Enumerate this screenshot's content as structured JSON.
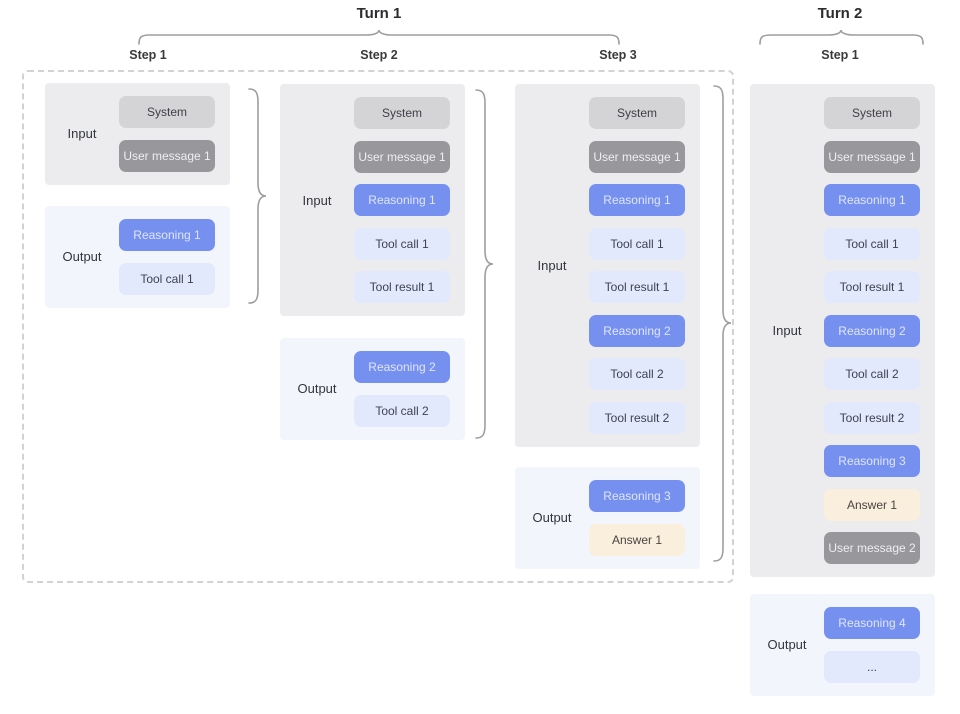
{
  "turn1": {
    "title": "Turn 1",
    "steps": [
      {
        "label": "Step 1",
        "input_label": "Input",
        "output_label": "Output",
        "input_boxes": [
          {
            "type": "system",
            "label": "System"
          },
          {
            "type": "user",
            "label": "User message 1"
          }
        ],
        "output_boxes": [
          {
            "type": "reasoning",
            "label": "Reasoning 1"
          },
          {
            "type": "tool",
            "label": "Tool call 1"
          }
        ]
      },
      {
        "label": "Step 2",
        "input_label": "Input",
        "output_label": "Output",
        "input_boxes": [
          {
            "type": "system",
            "label": "System"
          },
          {
            "type": "user",
            "label": "User message 1"
          },
          {
            "type": "reasoning",
            "label": "Reasoning 1"
          },
          {
            "type": "tool",
            "label": "Tool call 1"
          },
          {
            "type": "tool",
            "label": "Tool result 1"
          }
        ],
        "output_boxes": [
          {
            "type": "reasoning",
            "label": "Reasoning 2"
          },
          {
            "type": "tool",
            "label": "Tool call 2"
          }
        ]
      },
      {
        "label": "Step 3",
        "input_label": "Input",
        "output_label": "Output",
        "input_boxes": [
          {
            "type": "system",
            "label": "System"
          },
          {
            "type": "user",
            "label": "User message 1"
          },
          {
            "type": "reasoning",
            "label": "Reasoning 1"
          },
          {
            "type": "tool",
            "label": "Tool call 1"
          },
          {
            "type": "tool",
            "label": "Tool result 1"
          },
          {
            "type": "reasoning",
            "label": "Reasoning 2"
          },
          {
            "type": "tool",
            "label": "Tool call 2"
          },
          {
            "type": "tool",
            "label": "Tool result 2"
          }
        ],
        "output_boxes": [
          {
            "type": "reasoning",
            "label": "Reasoning 3"
          },
          {
            "type": "answer",
            "label": "Answer 1"
          }
        ]
      }
    ]
  },
  "turn2": {
    "title": "Turn 2",
    "steps": [
      {
        "label": "Step 1",
        "input_label": "Input",
        "output_label": "Output",
        "input_boxes": [
          {
            "type": "system",
            "label": "System"
          },
          {
            "type": "user",
            "label": "User message 1"
          },
          {
            "type": "reasoning",
            "label": "Reasoning 1"
          },
          {
            "type": "tool",
            "label": "Tool call 1"
          },
          {
            "type": "tool",
            "label": "Tool result 1"
          },
          {
            "type": "reasoning",
            "label": "Reasoning 2"
          },
          {
            "type": "tool",
            "label": "Tool call 2"
          },
          {
            "type": "tool",
            "label": "Tool result 2"
          },
          {
            "type": "reasoning",
            "label": "Reasoning 3"
          },
          {
            "type": "answer",
            "label": "Answer 1"
          },
          {
            "type": "user",
            "label": "User message 2"
          }
        ],
        "output_boxes": [
          {
            "type": "reasoning",
            "label": "Reasoning 4"
          },
          {
            "type": "ellipsis",
            "label": "..."
          }
        ]
      }
    ]
  },
  "colors": {
    "system_box": "#d4d4d7",
    "user_box": "#97979c",
    "reasoning_box": "#7690f0",
    "tool_box": "#e2e9fc",
    "answer_box": "#faeedd",
    "input_group_bg": "#ececee",
    "output_group_bg": "#f2f6fc",
    "brace_stroke": "#9e9e9e"
  }
}
